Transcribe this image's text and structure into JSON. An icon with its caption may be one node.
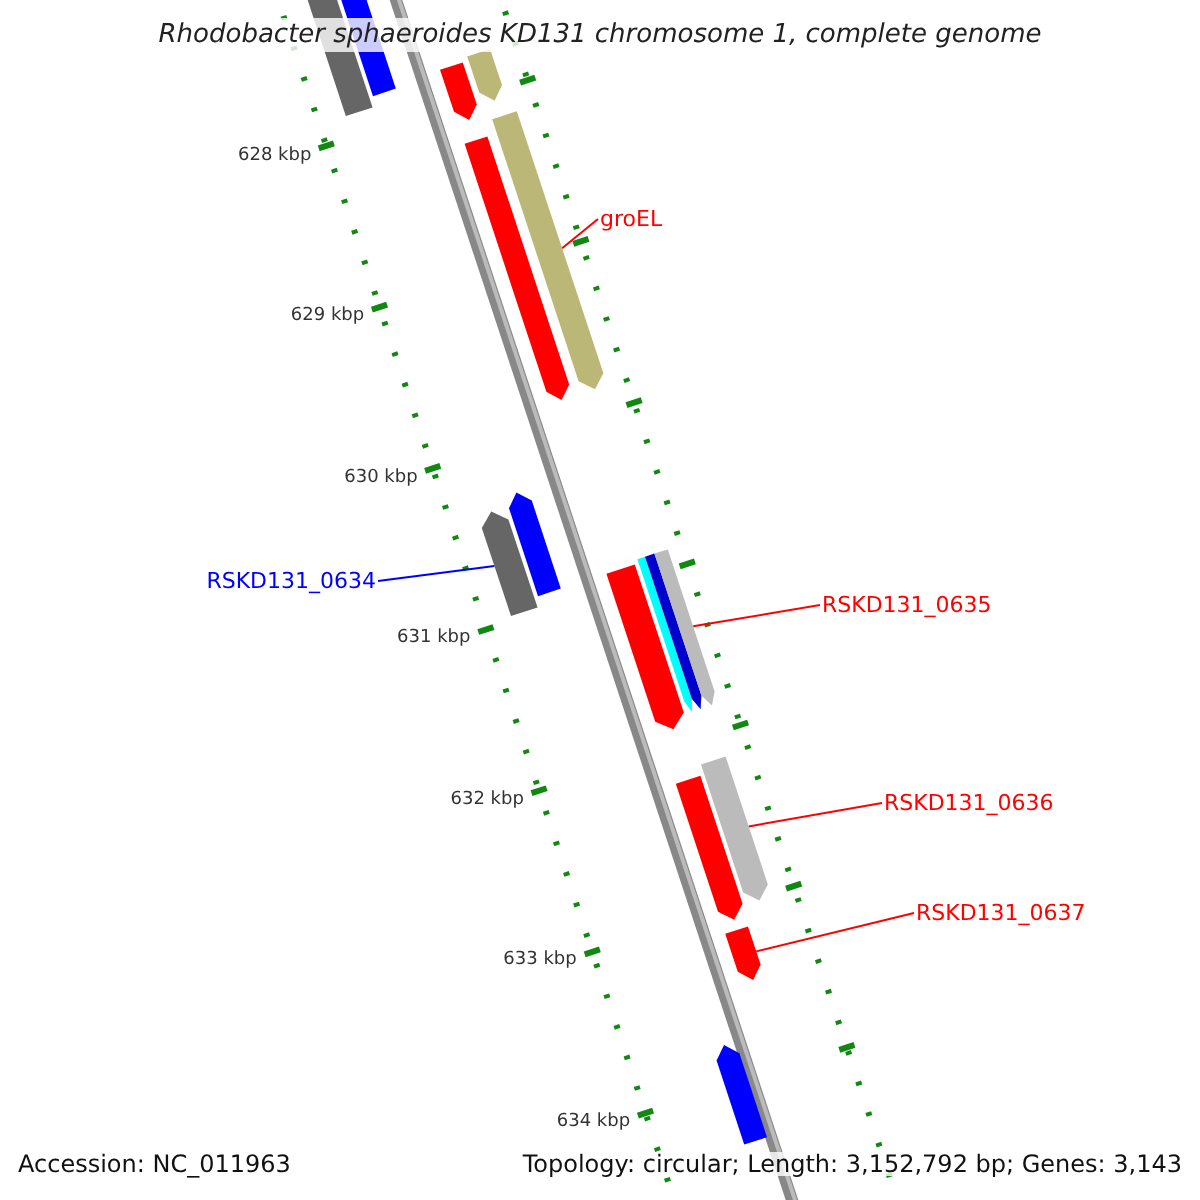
{
  "diagram": {
    "title": "Rhodobacter sphaeroides KD131 chromosome 1, complete genome",
    "nodes": [
      {
        "text": [],
        "shape": "bar"
      },
      {
        "text": [],
        "shape": "bar"
      },
      {
        "text": [],
        "shape": "bar"
      },
      {
        "text": [],
        "shape": "bar"
      },
      {
        "text": [],
        "shape": "bar"
      },
      {
        "text": [],
        "shape": "bar"
      },
      {
        "text": [
          "groEL"
        ]
      },
      {
        "text": [],
        "shape": "bar"
      },
      {
        "text": [],
        "shape": "bar"
      },
      {
        "text": [
          "RSKD131_0634"
        ]
      },
      {
        "text": [],
        "shape": "bar"
      },
      {
        "text": [],
        "shape": "bar"
      },
      {
        "text": [],
        "shape": "bar"
      },
      {
        "text": [],
        "shape": "bar"
      },
      {
        "text": [
          "RSKD131_0635"
        ]
      },
      {
        "text": [],
        "shape": "bar"
      },
      {
        "text": [],
        "shape": "bar"
      },
      {
        "text": [
          "RSKD131_0636"
        ]
      },
      {
        "text": [
          "RSKD131_0637"
        ]
      },
      {
        "text": [],
        "shape": "bar"
      },
      {
        "text": [],
        "shape": "bar"
      }
    ],
    "edges": [
      {
        "from": 6,
        "to": 5,
        "arrow": "none"
      },
      {
        "from": 9,
        "to": 7,
        "arrow": "none",
        "color": "#0000ff"
      },
      {
        "from": 14,
        "to": 13,
        "arrow": "none"
      },
      {
        "from": 17,
        "to": 16,
        "arrow": "none"
      },
      {
        "from": 18,
        "to": 19,
        "arrow": "none"
      }
    ],
    "labels": [
      "628 kbp",
      "629 kbp",
      "630 kbp",
      "631 kbp",
      "632 kbp",
      "633 kbp",
      "634 kbp",
      "Accession: NC_011963",
      "Topology: circular; Length: 3,152,792 bp; Genes: 3,143"
    ]
  }
}
